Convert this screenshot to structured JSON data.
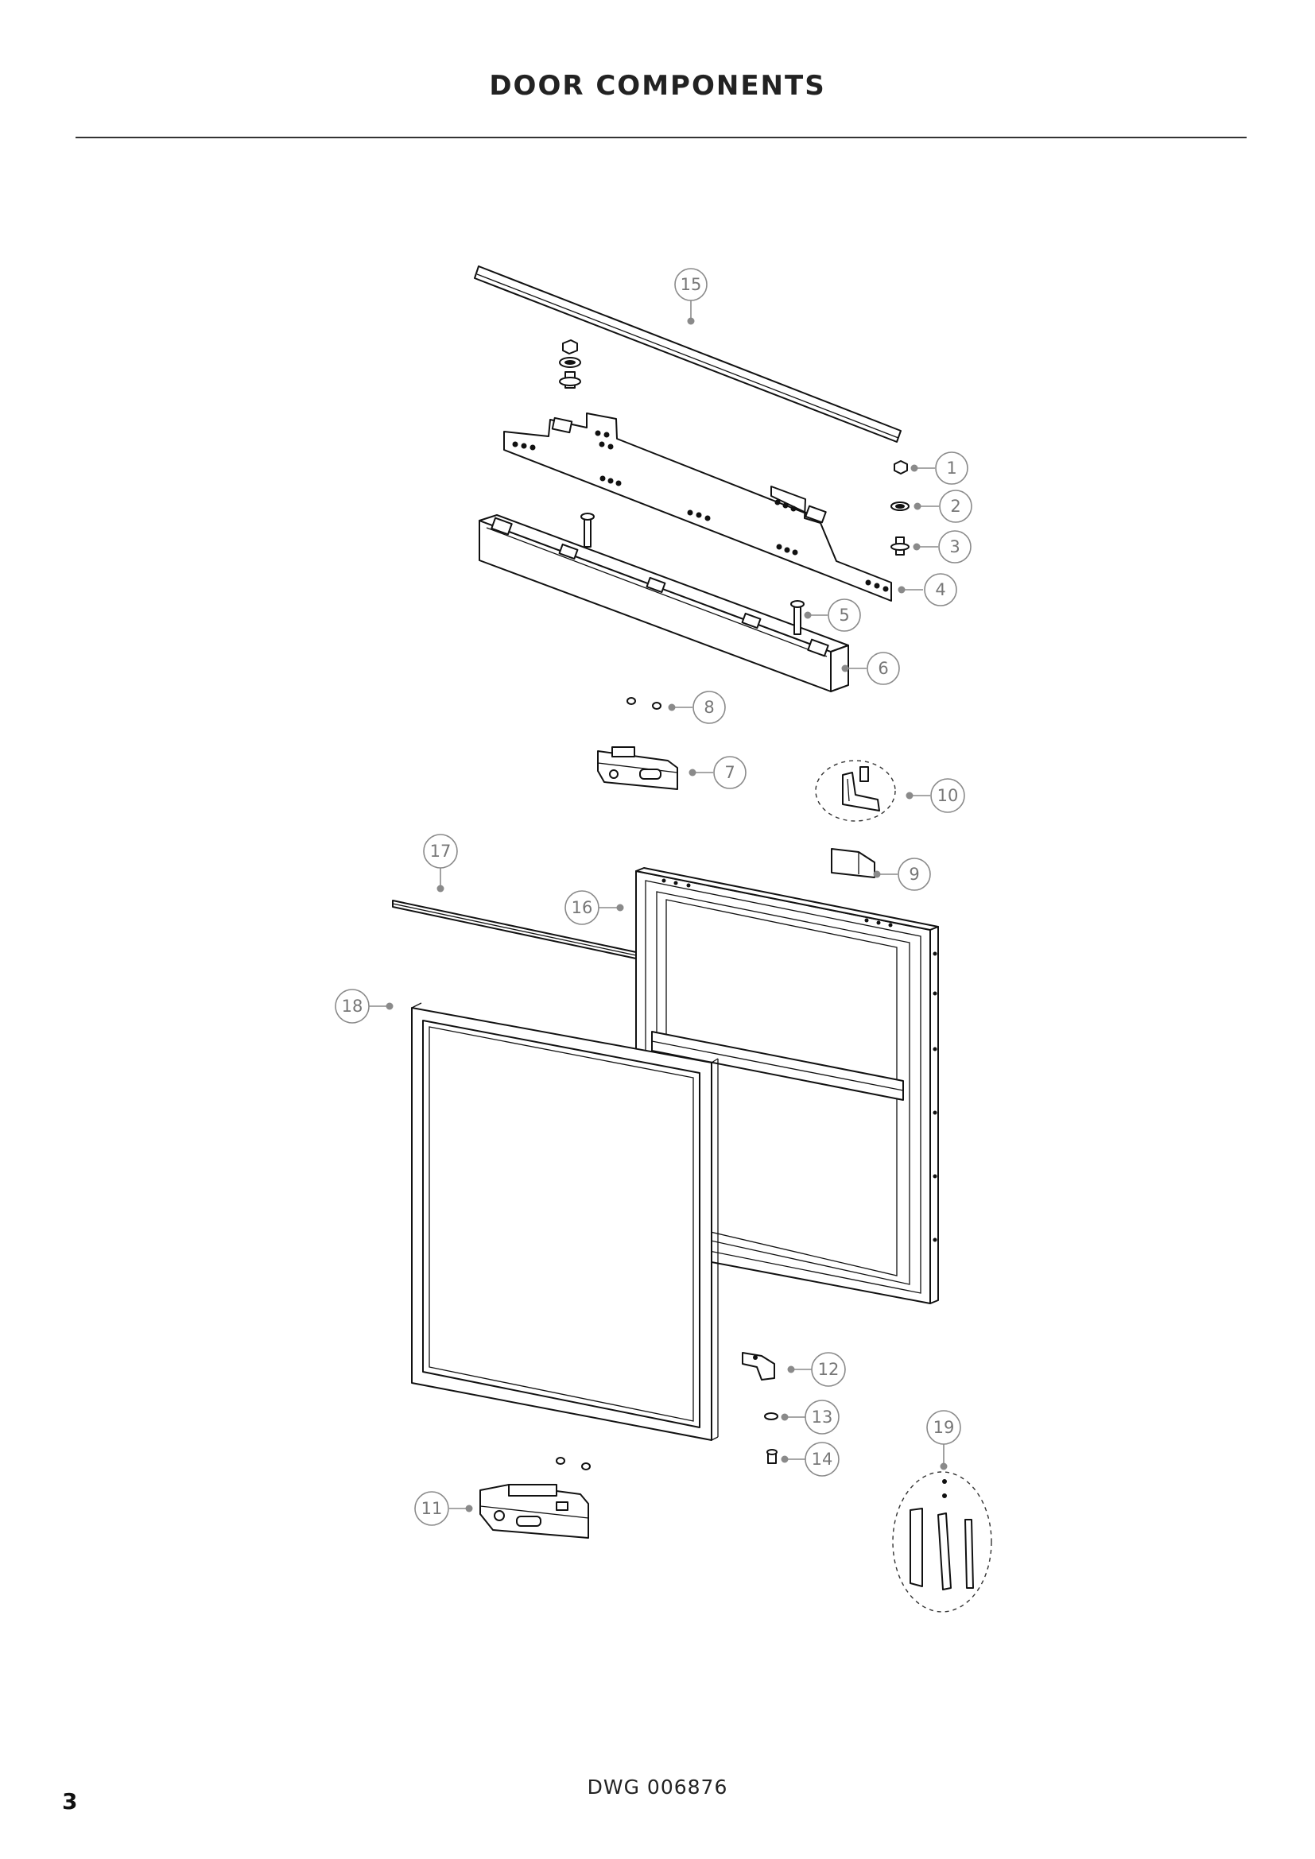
{
  "page": {
    "title": "DOOR COMPONENTS",
    "drawing_number": "DWG 006876",
    "page_number": "3"
  },
  "callouts": [
    {
      "id": "1",
      "label": "1"
    },
    {
      "id": "2",
      "label": "2"
    },
    {
      "id": "3",
      "label": "3"
    },
    {
      "id": "4",
      "label": "4"
    },
    {
      "id": "5",
      "label": "5"
    },
    {
      "id": "6",
      "label": "6"
    },
    {
      "id": "7",
      "label": "7"
    },
    {
      "id": "8",
      "label": "8"
    },
    {
      "id": "9",
      "label": "9"
    },
    {
      "id": "10",
      "label": "10"
    },
    {
      "id": "11",
      "label": "11"
    },
    {
      "id": "12",
      "label": "12"
    },
    {
      "id": "13",
      "label": "13"
    },
    {
      "id": "14",
      "label": "14"
    },
    {
      "id": "15",
      "label": "15"
    },
    {
      "id": "16",
      "label": "16"
    },
    {
      "id": "17",
      "label": "17"
    },
    {
      "id": "18",
      "label": "18"
    },
    {
      "id": "19",
      "label": "19"
    }
  ]
}
